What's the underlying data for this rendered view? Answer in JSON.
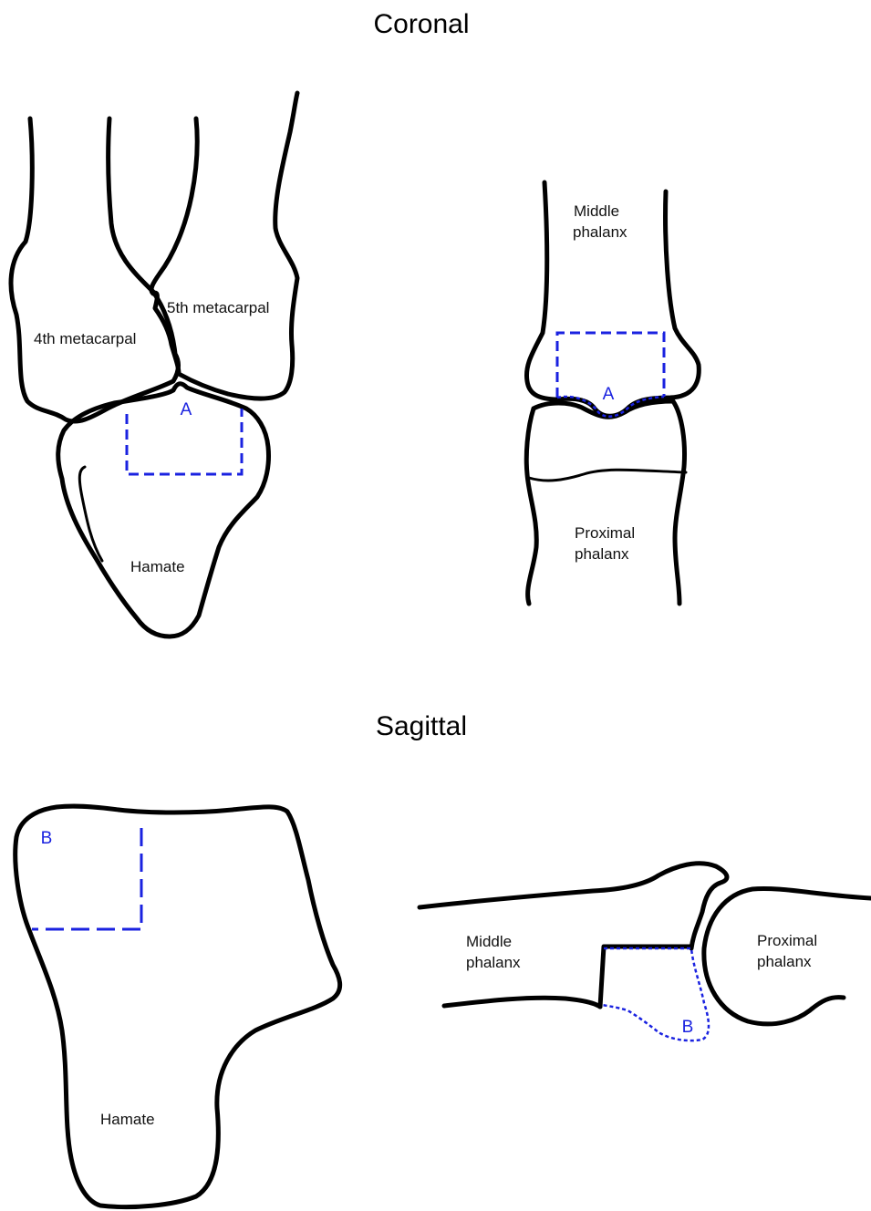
{
  "headings": {
    "coronal": "Coronal",
    "sagittal": "Sagittal"
  },
  "labels": {
    "fourth_metacarpal": "4th metacarpal",
    "fifth_metacarpal": "5th metacarpal",
    "hamate": "Hamate",
    "middle_phalanx_line1": "Middle",
    "middle_phalanx_line2": "phalanx",
    "proximal_phalanx_line1": "Proximal",
    "proximal_phalanx_line2": "phalanx"
  },
  "markers": {
    "a": "A",
    "b": "B"
  },
  "colors": {
    "outline": "#000000",
    "graft_region": "#1a22e0"
  }
}
